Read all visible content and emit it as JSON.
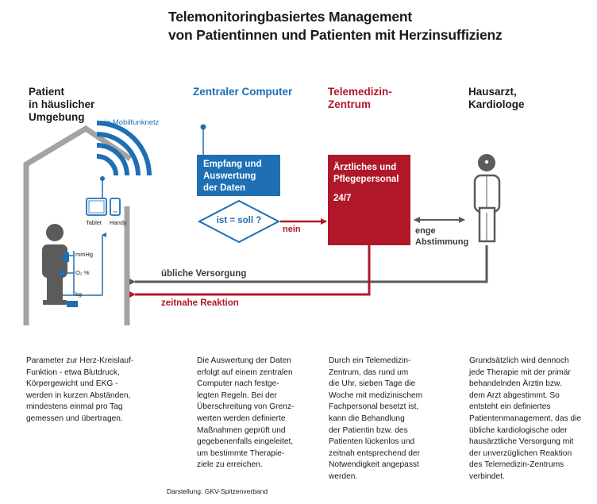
{
  "title": {
    "line1": "Telemonitoringbasiertes Management",
    "line2": "von Patientinnen und Patienten mit Herzinsuffizienz"
  },
  "columns": {
    "patient": {
      "line1": "Patient",
      "line2": "in häuslicher",
      "line3": "Umgebung"
    },
    "computer": {
      "label": "Zentraler Computer"
    },
    "center": {
      "line1": "Telemedizin-",
      "line2": "Zentrum"
    },
    "doctor": {
      "line1": "Hausarzt,",
      "line2": "Kardiologe"
    }
  },
  "network_label": "via Mobilfunknetz",
  "devices": {
    "tablet": "Tablet",
    "handy": "Handy"
  },
  "measurements": {
    "mmhg": "mmHg",
    "o2": "O₂ %",
    "kg": "kg"
  },
  "computer_box": {
    "line1": "Empfang und",
    "line2": "Auswertung",
    "line3": "der Daten"
  },
  "decision": "ist = soll ?",
  "decision_no": "nein",
  "center_box": {
    "line1": "Ärztliches und",
    "line2": "Pflegepersonal",
    "line3": "24/7"
  },
  "coordination": {
    "line1": "enge",
    "line2": "Abstimmung"
  },
  "flows": {
    "usual": "übliche Versorgung",
    "prompt": "zeitnahe Reaktion"
  },
  "descriptions": {
    "patient": [
      "Parameter zur Herz-Kreislauf-",
      "Funktion - etwa Blutdruck,",
      "Körpergewicht und EKG -",
      "werden in kurzen Abständen,",
      "mindestens einmal pro Tag",
      "gemessen und übertragen."
    ],
    "computer": [
      "Die Auswertung der Daten",
      "erfolgt auf einem zentralen",
      "Computer nach festge-",
      "legten Regeln. Bei der",
      "Überschreitung von Grenz-",
      "werten werden definierte",
      "Maßnahmen geprüft und",
      "gegebenenfalls eingeleitet,",
      "um bestimmte Therapie-",
      "ziele zu erreichen."
    ],
    "center": [
      "Durch ein Telemedizin-",
      "Zentrum, das rund um",
      "die Uhr, sieben Tage die",
      "Woche mit medizinischem",
      "Fachpersonal besetzt ist,",
      "kann die Behandlung",
      "der Patientin bzw. des",
      "Patienten lückenlos und",
      "zeitnah entsprechend der",
      "Notwendigkeit angepasst",
      "werden."
    ],
    "doctor": [
      "Grundsätzlich wird dennoch",
      "jede Therapie mit der primär",
      "behandelnden Ärztin bzw.",
      "dem Arzt abgestimmt. So",
      "entsteht ein definiertes",
      "Patientenmanagement, das die",
      "übliche kardiologische oder",
      "hausärztliche Versorgung mit",
      "der unverzüglichen Reaktion",
      "des Telemedizin-Zentrums",
      "verbindet."
    ]
  },
  "source": "Darstellung: GKV-Spitzenverband",
  "colors": {
    "blue": "#1f6fb4",
    "red": "#b0182a",
    "gray": "#8a8a8a",
    "dark_gray": "#5b5b5b"
  }
}
